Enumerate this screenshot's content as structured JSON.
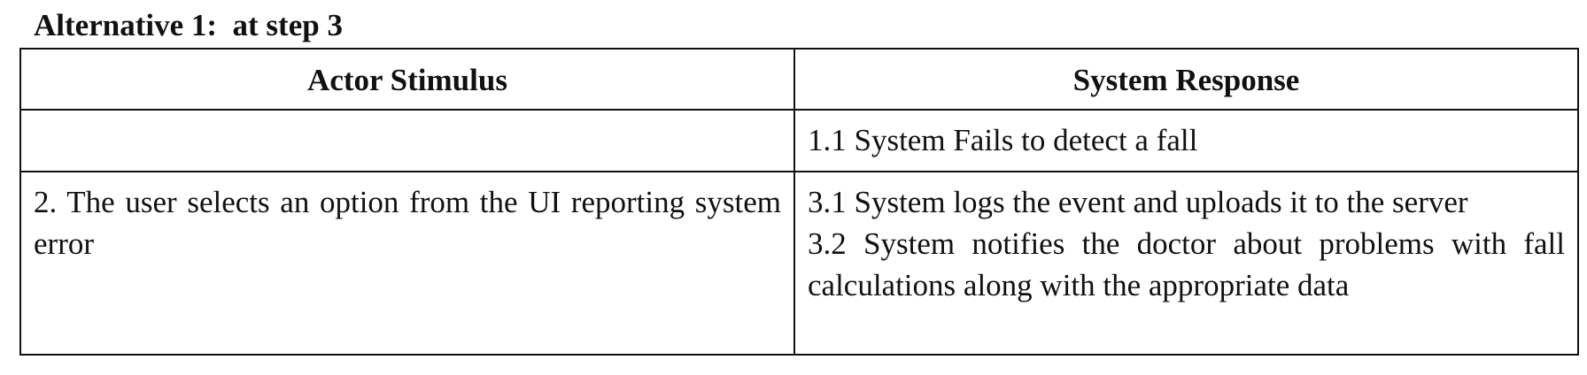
{
  "document": {
    "heading": "Alternative 1:  at step 3"
  },
  "table": {
    "headers": [
      "Actor Stimulus",
      "System Response"
    ],
    "rows": [
      {
        "actor": "",
        "system": [
          "1.1 System Fails to detect a fall"
        ]
      },
      {
        "actor": "2. The user selects an option from the UI reporting system error",
        "system": [
          "3.1 System logs the event and uploads it to the server",
          "3.2 System notifies the doctor about problems with fall calculations along with the appropriate data"
        ]
      }
    ]
  }
}
